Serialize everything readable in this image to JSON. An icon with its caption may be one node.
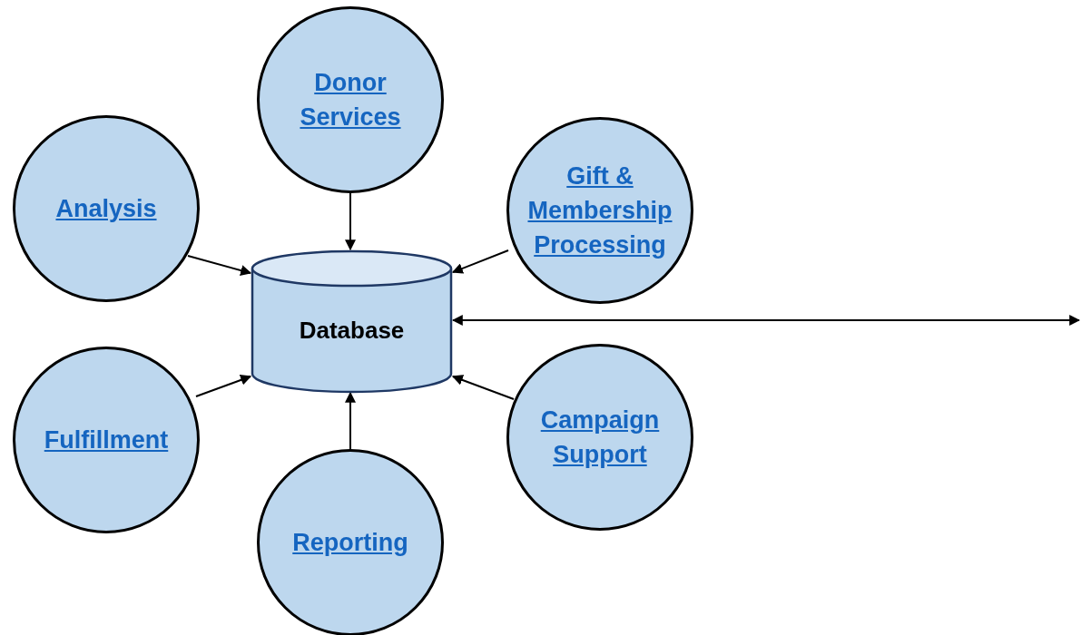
{
  "diagram": {
    "nodes": [
      {
        "text": [
          "Donor Services"
        ]
      },
      {
        "text": [
          "Analysis"
        ]
      },
      {
        "text": [
          "Database"
        ]
      },
      {
        "text": [
          "Gift & Membership Processing"
        ]
      },
      {
        "text": [
          "Fulfillment"
        ]
      },
      {
        "text": [
          "Campaign Support"
        ]
      },
      {
        "text": [
          "Reporting"
        ]
      }
    ],
    "edges": [
      {
        "from": 0,
        "to": 2,
        "arrow": "to"
      },
      {
        "from": 1,
        "to": 2,
        "arrow": "to"
      },
      {
        "from": 3,
        "to": 2,
        "arrow": "to"
      },
      {
        "from": 4,
        "to": 2,
        "arrow": "to"
      },
      {
        "from": 5,
        "to": 2,
        "arrow": "to"
      },
      {
        "from": 6,
        "to": 2,
        "arrow": "to"
      },
      {
        "from": 2,
        "to": null,
        "arrow": "both"
      }
    ]
  }
}
